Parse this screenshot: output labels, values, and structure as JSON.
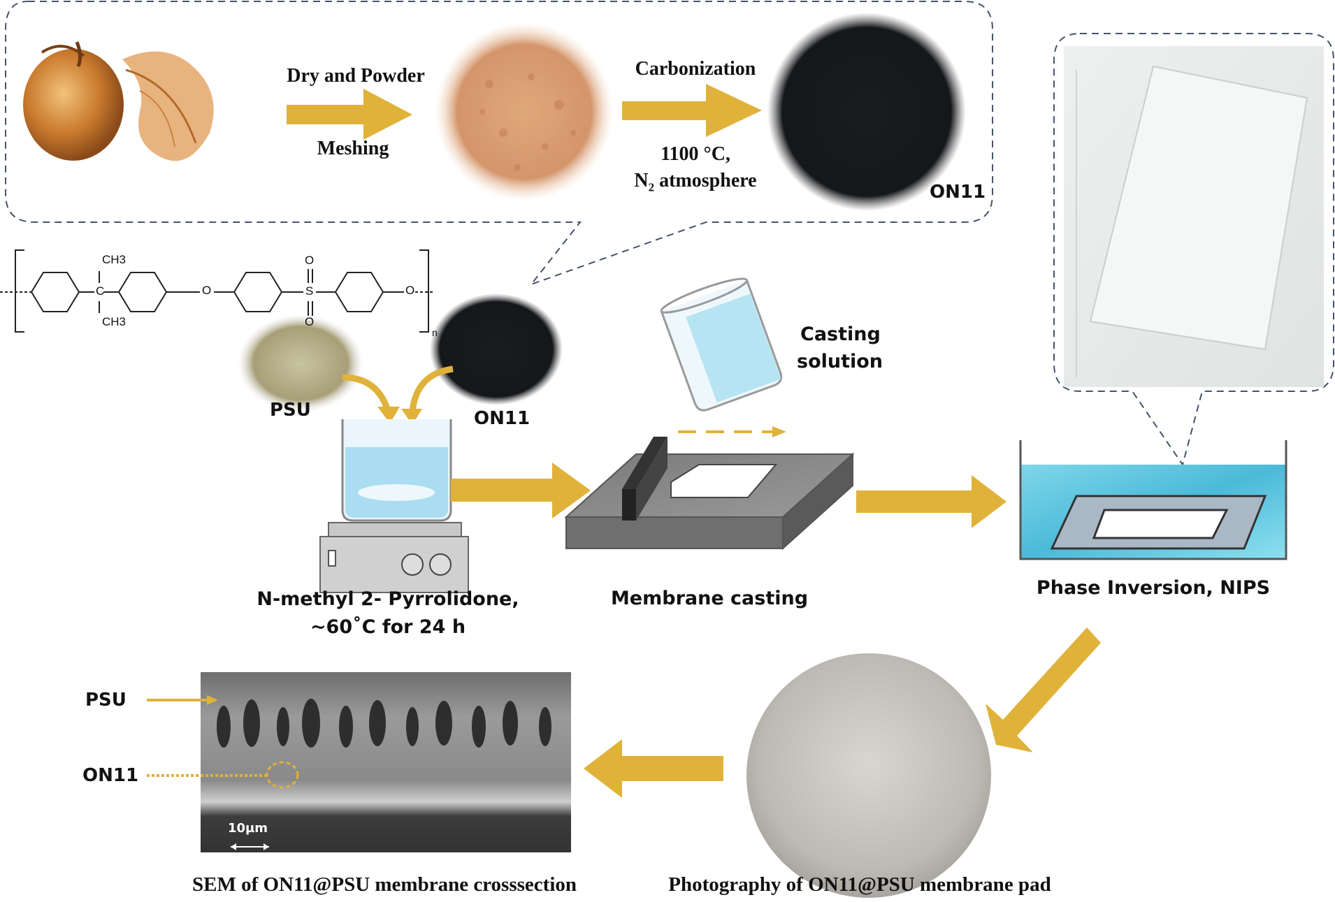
{
  "step1": {
    "arrow1_top": "Dry and Powder",
    "arrow1_bottom": "Meshing",
    "arrow2_top": "Carbonization",
    "arrow2_bottom_line1": "1100 °C,",
    "arrow2_bottom_n": "N",
    "arrow2_bottom_sub": "2",
    "arrow2_bottom_rest": " atmosphere",
    "product": "ON11"
  },
  "polymer": {
    "ch3_top": "CH3",
    "ch3_bottom": "CH3",
    "c_atom": "C",
    "s_atom": "S",
    "o_top": "O",
    "o_bottom": "O",
    "o_ether1": "O",
    "o_ether2": "O",
    "repeat_sub": "n"
  },
  "mixing": {
    "psu_label": "PSU",
    "on11_label": "ON11",
    "casting_line1": "Casting",
    "casting_line2": "solution",
    "caption_line1": "N-methyl 2- Pyrrolidone,",
    "caption_line2": "~60˚C for 24 h"
  },
  "casting": {
    "caption": "Membrane casting"
  },
  "nips": {
    "caption": "Phase Inversion, NIPS"
  },
  "sem": {
    "psu_label": "PSU",
    "on11_label": "ON11",
    "scale": "10µm",
    "caption": "SEM of ON11@PSU membrane crosssection"
  },
  "photo": {
    "caption": "Photography of ON11@PSU membrane pad"
  },
  "colors": {
    "arrow": "#E0B23A",
    "dash": "#44546A",
    "dark": "#111111"
  }
}
